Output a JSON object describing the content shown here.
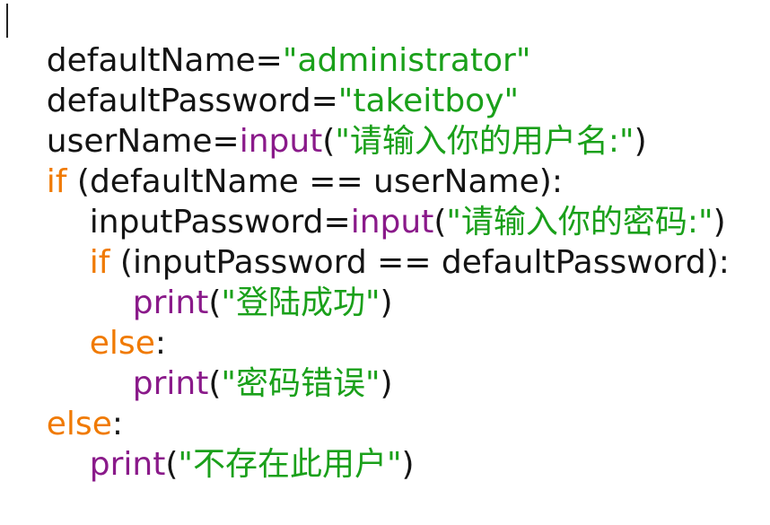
{
  "editor": {
    "colors": {
      "default": "#141414",
      "string": "#1aa01a",
      "builtin": "#8a1a8a",
      "keyword": "#f07a00",
      "background": "#ffffff"
    },
    "lines": [
      {
        "tokens": [
          {
            "t": "defaultName=",
            "k": "plain"
          },
          {
            "t": "\"administrator\"",
            "k": "string"
          }
        ]
      },
      {
        "tokens": [
          {
            "t": "defaultPassword=",
            "k": "plain"
          },
          {
            "t": "\"takeitboy\"",
            "k": "string"
          }
        ]
      },
      {
        "tokens": [
          {
            "t": "userName=",
            "k": "plain"
          },
          {
            "t": "input",
            "k": "builtin"
          },
          {
            "t": "(",
            "k": "plain"
          },
          {
            "t": "\"请输入你的用户名:\"",
            "k": "string"
          },
          {
            "t": ")",
            "k": "plain"
          }
        ]
      },
      {
        "tokens": [
          {
            "t": "if",
            "k": "keyword"
          },
          {
            "t": " (defaultName == userName):",
            "k": "plain"
          }
        ]
      },
      {
        "tokens": [
          {
            "t": "inputPassword=",
            "k": "plain"
          },
          {
            "t": "input",
            "k": "builtin"
          },
          {
            "t": "(",
            "k": "plain"
          },
          {
            "t": "\"请输入你的密码:\"",
            "k": "string"
          },
          {
            "t": ")",
            "k": "plain"
          }
        ]
      },
      {
        "tokens": [
          {
            "t": "if",
            "k": "keyword"
          },
          {
            "t": " (inputPassword == defaultPassword):",
            "k": "plain"
          }
        ]
      },
      {
        "tokens": [
          {
            "t": "print",
            "k": "builtin"
          },
          {
            "t": "(",
            "k": "plain"
          },
          {
            "t": "\"登陆成功\"",
            "k": "string"
          },
          {
            "t": ")",
            "k": "plain"
          }
        ]
      },
      {
        "tokens": [
          {
            "t": "else",
            "k": "keyword"
          },
          {
            "t": ":",
            "k": "plain"
          }
        ]
      },
      {
        "tokens": [
          {
            "t": "print",
            "k": "builtin"
          },
          {
            "t": "(",
            "k": "plain"
          },
          {
            "t": "\"密码错误\"",
            "k": "string"
          },
          {
            "t": ")",
            "k": "plain"
          }
        ]
      },
      {
        "tokens": [
          {
            "t": "else",
            "k": "keyword"
          },
          {
            "t": ":",
            "k": "plain"
          }
        ]
      },
      {
        "tokens": [
          {
            "t": "print",
            "k": "builtin"
          },
          {
            "t": "(",
            "k": "plain"
          },
          {
            "t": "\"不存在此用户\"",
            "k": "string"
          },
          {
            "t": ")",
            "k": "plain"
          }
        ]
      }
    ]
  }
}
